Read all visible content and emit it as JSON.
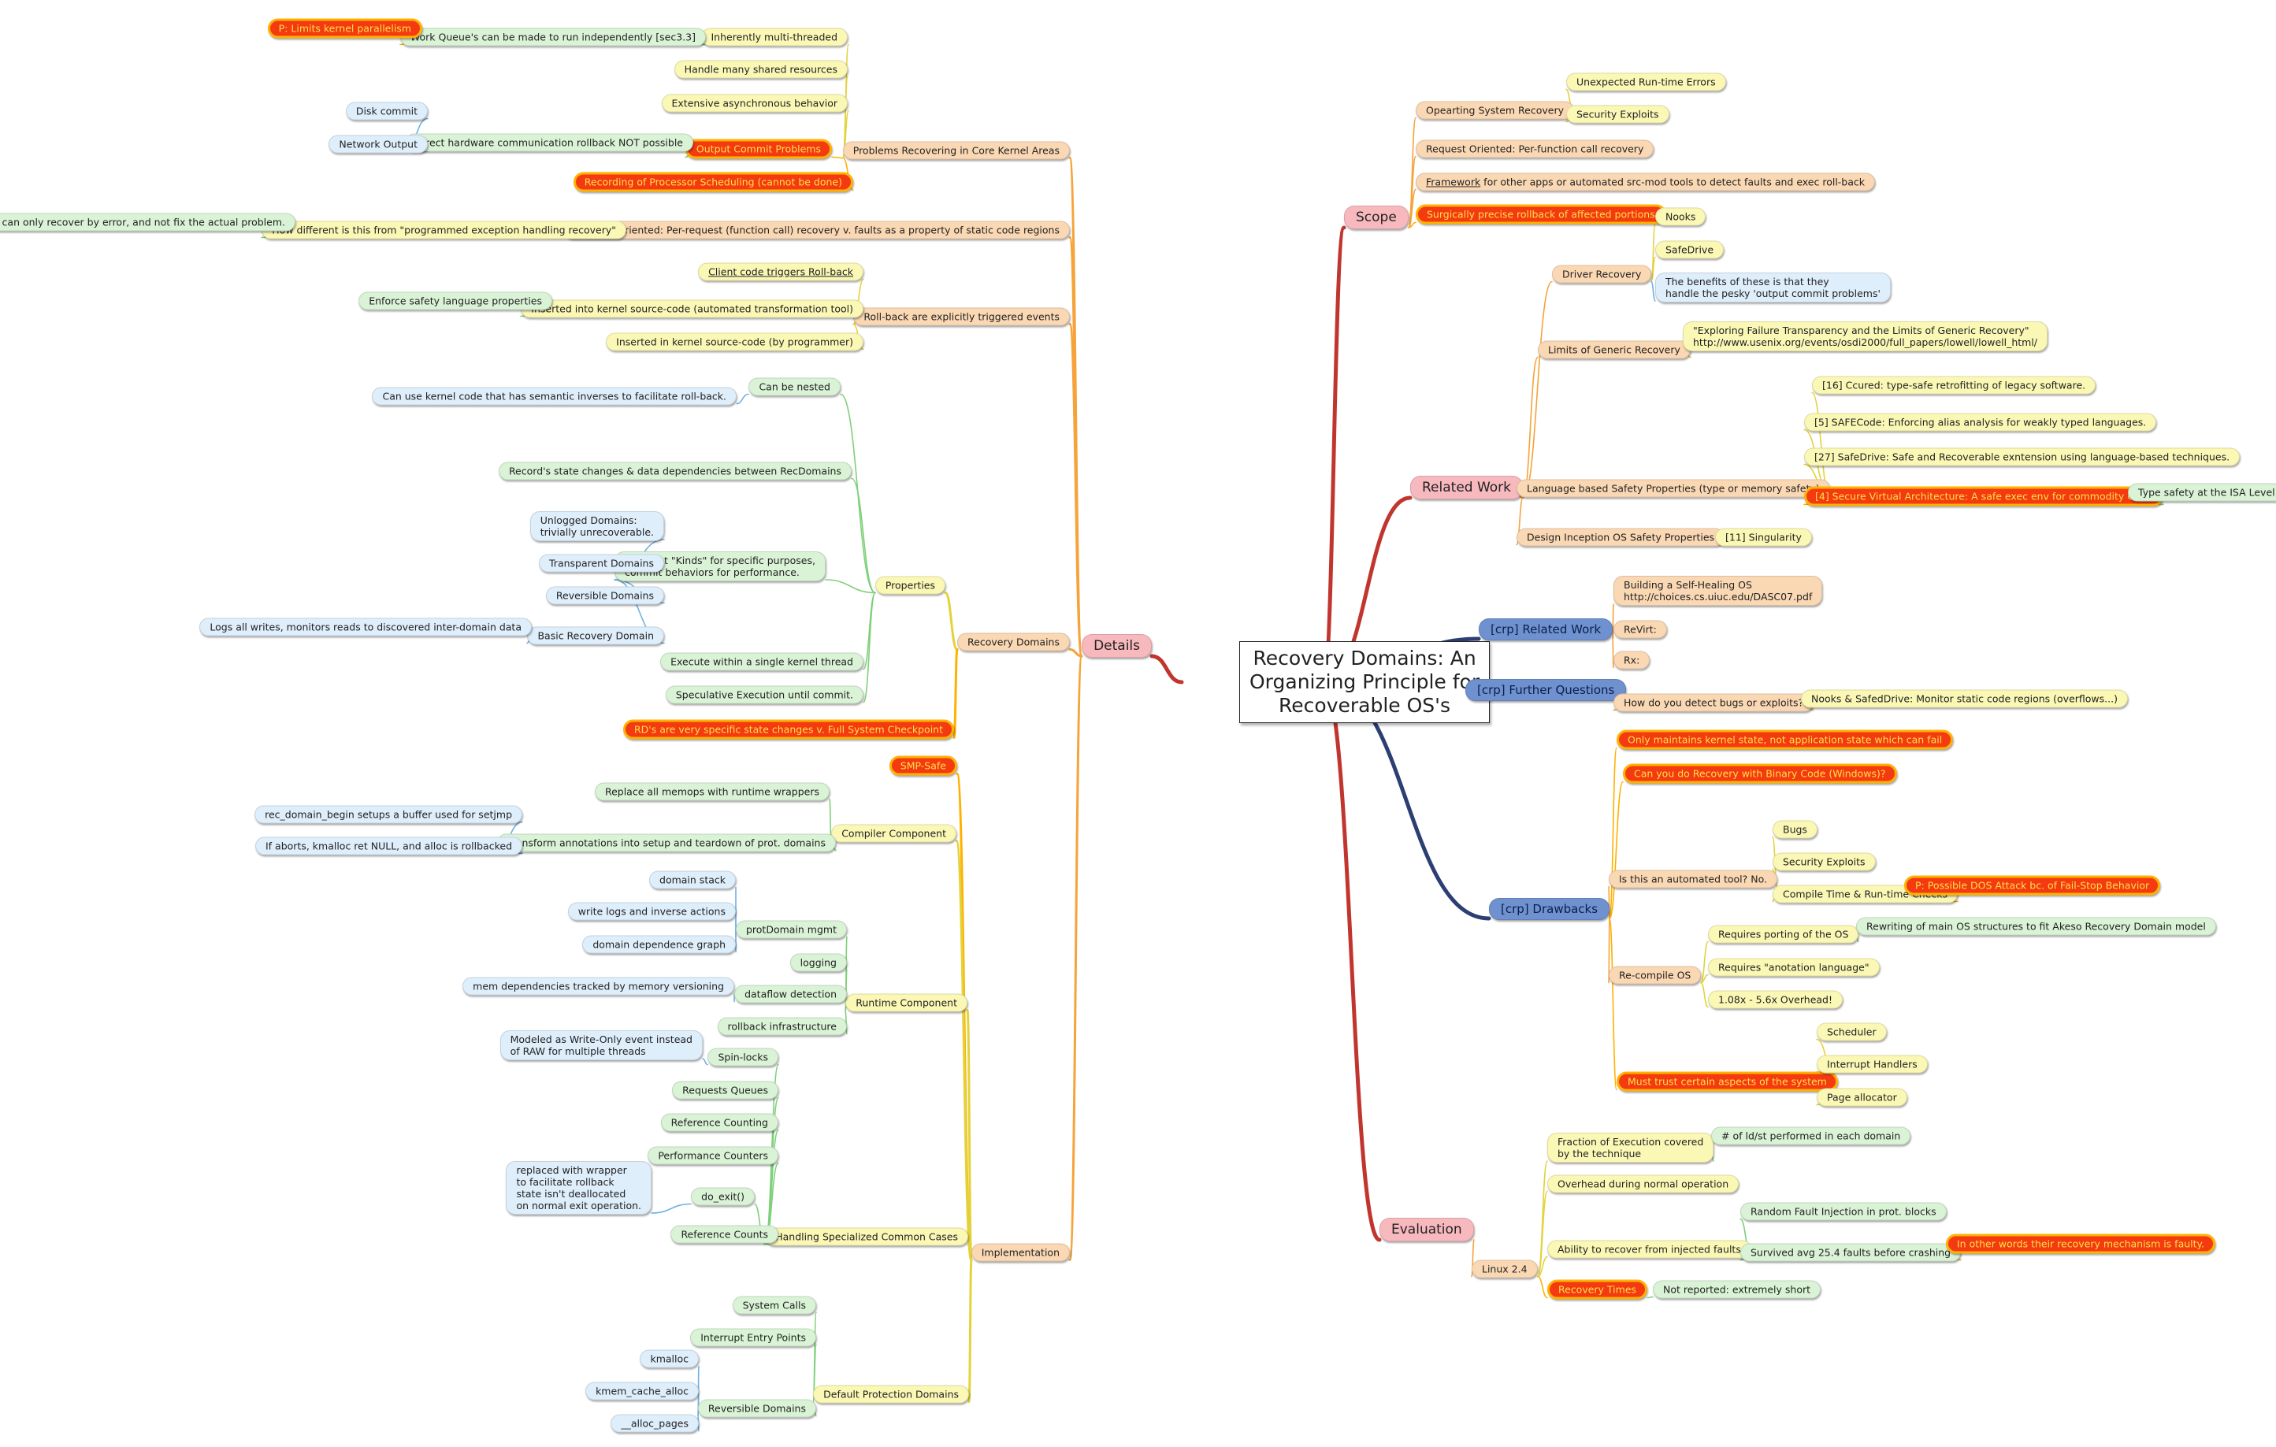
{
  "root": {
    "label": "Recovery Domains: An\nOrganizing Principle for\nRecoverable OS's"
  },
  "nodes": [
    {
      "id": "details",
      "label": "Details"
    },
    {
      "id": "impl",
      "label": "Implementation"
    },
    {
      "id": "rd",
      "label": "Recovery Domains"
    },
    {
      "id": "rb",
      "label": "Roll-back are explicitly triggered events"
    },
    {
      "id": "ro",
      "label": "Request Oriented: Per-request (function call) recovery v. faults as a property of static code regions"
    },
    {
      "id": "prc",
      "label": "Problems Recovering in Core Kernel Areas"
    },
    {
      "id": "prc_mt",
      "label": "Inherently multi-threaded"
    },
    {
      "id": "prc_wq",
      "label": "Work Queue's can be made to run independently [sec3.3]"
    },
    {
      "id": "prc_lim",
      "label": "P: Limits kernel parallelism"
    },
    {
      "id": "prc_sh",
      "label": "Handle many shared resources"
    },
    {
      "id": "prc_ea",
      "label": "Extensive asynchronous behavior"
    },
    {
      "id": "prc_oc",
      "label": "Output Commit Problems"
    },
    {
      "id": "prc_dh",
      "label": "Direct hardware communication rollback NOT possible"
    },
    {
      "id": "prc_dc",
      "label": "Disk commit"
    },
    {
      "id": "prc_no",
      "label": "Network Output"
    },
    {
      "id": "prc_rs",
      "label": "Recording of Processor Scheduling (cannot be done)"
    },
    {
      "id": "ro_q",
      "label": "How different is this from \"programmed exception handling recovery\""
    },
    {
      "id": "ro_a",
      "label": "You can only recover by error, and not fix the actual problem."
    },
    {
      "id": "rb_cc",
      "label": "Client code triggers Roll-back"
    },
    {
      "id": "rb_ik",
      "label": "Inserted into kernel source-code (automated transformation tool)"
    },
    {
      "id": "rb_es",
      "label": "Enforce safety language properties"
    },
    {
      "id": "rb_ip",
      "label": "Inserted in kernel source-code (by programmer)"
    },
    {
      "id": "props",
      "label": "Properties"
    },
    {
      "id": "p_nest",
      "label": "Can be nested"
    },
    {
      "id": "p_inv",
      "label": "Can use kernel code that has semantic inverses to facilitate roll-back."
    },
    {
      "id": "p_rec",
      "label": "Record's state changes & data dependencies between RecDomains"
    },
    {
      "id": "p_kinds",
      "label": "Different \"Kinds\" for specific purposes,\ncommit behaviors for performance."
    },
    {
      "id": "p_unl",
      "label": "Unlogged Domains:\ntrivially unrecoverable."
    },
    {
      "id": "p_trans",
      "label": "Transparent Domains"
    },
    {
      "id": "p_rev",
      "label": "Reversible Domains"
    },
    {
      "id": "p_basic",
      "label": "Basic Recovery Domain"
    },
    {
      "id": "p_logs",
      "label": "Logs all writes, monitors reads to discovered inter-domain data"
    },
    {
      "id": "p_exec",
      "label": "Execute within a single kernel thread"
    },
    {
      "id": "p_spec",
      "label": "Speculative Execution until commit."
    },
    {
      "id": "rd_ckpt",
      "label": "RD's are very specific state changes v. Full System Checkpoint"
    },
    {
      "id": "smp",
      "label": "SMP-Safe"
    },
    {
      "id": "comp",
      "label": "Compiler Component"
    },
    {
      "id": "c_mem",
      "label": "Replace all memops with runtime wrappers"
    },
    {
      "id": "c_tr",
      "label": "Transform annotations into setup and teardown of prot. domains"
    },
    {
      "id": "c_rdb",
      "label": "rec_domain_begin setups a buffer used for setjmp"
    },
    {
      "id": "c_abort",
      "label": "If aborts, kmalloc ret NULL, and alloc is rollbacked"
    },
    {
      "id": "rt",
      "label": "Runtime Component"
    },
    {
      "id": "rt_pm",
      "label": "protDomain mgmt"
    },
    {
      "id": "rt_ds",
      "label": "domain stack"
    },
    {
      "id": "rt_wl",
      "label": "write logs and inverse actions"
    },
    {
      "id": "rt_dg",
      "label": "domain dependence graph"
    },
    {
      "id": "rt_log",
      "label": "logging"
    },
    {
      "id": "rt_df",
      "label": "dataflow detection"
    },
    {
      "id": "rt_mem",
      "label": "mem dependencies tracked by memory versioning"
    },
    {
      "id": "rt_rb",
      "label": "rollback infrastructure"
    },
    {
      "id": "hs",
      "label": "Handling Specialized Common Cases"
    },
    {
      "id": "hs_sl",
      "label": "Spin-locks"
    },
    {
      "id": "hs_sl_n",
      "label": "Modeled as Write-Only event instead\nof RAW for multiple threads"
    },
    {
      "id": "hs_rq",
      "label": "Requests Queues"
    },
    {
      "id": "hs_rc",
      "label": "Reference Counting"
    },
    {
      "id": "hs_pc",
      "label": "Performance Counters"
    },
    {
      "id": "hs_de",
      "label": "do_exit()"
    },
    {
      "id": "hs_de_n",
      "label": "replaced with wrapper\nto facilitate rollback\nstate isn't deallocated\non normal exit operation."
    },
    {
      "id": "hs_rcs",
      "label": "Reference Counts"
    },
    {
      "id": "dp",
      "label": "Default Protection Domains"
    },
    {
      "id": "dp_sc",
      "label": "System Calls"
    },
    {
      "id": "dp_ie",
      "label": "Interrupt Entry Points"
    },
    {
      "id": "dp_rd",
      "label": "Reversible Domains"
    },
    {
      "id": "dp_km",
      "label": "kmalloc"
    },
    {
      "id": "dp_kc",
      "label": "kmem_cache_alloc"
    },
    {
      "id": "dp_ap",
      "label": "__alloc_pages"
    },
    {
      "id": "scope",
      "label": "Scope"
    },
    {
      "id": "s_osr",
      "label": "Opearting System Recovery"
    },
    {
      "id": "s_ure",
      "label": "Unexpected Run-time Errors"
    },
    {
      "id": "s_se",
      "label": "Security Exploits"
    },
    {
      "id": "s_ro",
      "label": "Request Oriented: Per-function call recovery"
    },
    {
      "id": "s_fw",
      "label": "Framework for other apps or automated src-mod tools to detect faults and exec roll-back"
    },
    {
      "id": "s_sp",
      "label": "Surgically precise rollback of affected portions"
    },
    {
      "id": "rw",
      "label": "Related Work"
    },
    {
      "id": "rw_dr",
      "label": "Driver Recovery"
    },
    {
      "id": "rw_nooks",
      "label": "Nooks"
    },
    {
      "id": "rw_safe",
      "label": "SafeDrive"
    },
    {
      "id": "rw_ben",
      "label": "The benefits of these is that they\nhandle the pesky 'output commit problems'"
    },
    {
      "id": "rw_lgr",
      "label": "Limits of Generic Recovery"
    },
    {
      "id": "rw_eft",
      "label": "\"Exploring Failure Transparency and the Limits of Generic Recovery\"\nhttp://www.usenix.org/events/osdi2000/full_papers/lowell/lowell_html/"
    },
    {
      "id": "rw_lb",
      "label": "Language based Safety Properties (type or memory safety)"
    },
    {
      "id": "rw_16",
      "label": "[16] Ccured: type-safe retrofitting of legacy software."
    },
    {
      "id": "rw_5",
      "label": "[5] SAFECode: Enforcing alias analysis for weakly typed languages."
    },
    {
      "id": "rw_27",
      "label": "[27] SafeDrive: Safe and Recoverable exntension using language-based techniques."
    },
    {
      "id": "rw_4",
      "label": "[4] Secure Virtual Architecture: A safe exec env for commodity OS's."
    },
    {
      "id": "rw_isa",
      "label": "Type safety at the ISA Level"
    },
    {
      "id": "rw_di",
      "label": "Design Inception OS Safety Properties"
    },
    {
      "id": "rw_sing",
      "label": "[11] Singularity"
    },
    {
      "id": "crp_rw",
      "label": "[crp] Related Work"
    },
    {
      "id": "crp_bsh",
      "label": "Building a Self-Healing OS\nhttp://choices.cs.uiuc.edu/DASC07.pdf"
    },
    {
      "id": "crp_rev",
      "label": "ReVirt:"
    },
    {
      "id": "crp_rx",
      "label": "Rx:"
    },
    {
      "id": "crp_fq",
      "label": "[crp] Further Questions"
    },
    {
      "id": "fq_how",
      "label": "How do you detect bugs or exploits?"
    },
    {
      "id": "fq_nooks",
      "label": "Nooks & SafedDrive: Monitor static code regions (overflows...)"
    },
    {
      "id": "crp_dr",
      "label": "[crp] Drawbacks"
    },
    {
      "id": "dr_only",
      "label": "Only maintains kernel state, not application state which can fail"
    },
    {
      "id": "dr_bin",
      "label": "Can you do Recovery with Binary Code (Windows)?"
    },
    {
      "id": "dr_auto",
      "label": "Is this an automated tool? No."
    },
    {
      "id": "dr_bugs",
      "label": "Bugs"
    },
    {
      "id": "dr_se",
      "label": "Security Exploits"
    },
    {
      "id": "dr_ct",
      "label": "Compile Time & Run-time Checks"
    },
    {
      "id": "dr_dos",
      "label": "P: Possible DOS Attack bc. of Fail-Stop Behavior"
    },
    {
      "id": "dr_rc",
      "label": "Re-compile OS"
    },
    {
      "id": "dr_port",
      "label": "Requires porting of the OS"
    },
    {
      "id": "dr_rew",
      "label": "Rewriting of main OS structures to fit Akeso Recovery Domain model"
    },
    {
      "id": "dr_ann",
      "label": "Requires \"anotation language\""
    },
    {
      "id": "dr_ovh",
      "label": "1.08x - 5.6x Overhead!"
    },
    {
      "id": "dr_trust",
      "label": "Must trust certain aspects of the system"
    },
    {
      "id": "dr_sched",
      "label": "Scheduler"
    },
    {
      "id": "dr_ih",
      "label": "Interrupt Handlers"
    },
    {
      "id": "dr_pa",
      "label": "Page allocator"
    },
    {
      "id": "eval",
      "label": "Evaluation"
    },
    {
      "id": "ev_linux",
      "label": "Linux 2.4"
    },
    {
      "id": "ev_frac",
      "label": "Fraction of Execution covered\nby the technique"
    },
    {
      "id": "ev_ld",
      "label": "# of ld/st performed in each domain"
    },
    {
      "id": "ev_ovh",
      "label": "Overhead during normal operation"
    },
    {
      "id": "ev_abil",
      "label": "Ability to recover from injected faults"
    },
    {
      "id": "ev_rfi",
      "label": "Random Fault Injection in prot. blocks"
    },
    {
      "id": "ev_surv",
      "label": "Survived avg 25.4 faults before crashing"
    },
    {
      "id": "ev_faulty",
      "label": "In other words their recovery mechanism is faulty."
    },
    {
      "id": "ev_rt",
      "label": "Recovery Times"
    },
    {
      "id": "ev_nr",
      "label": "Not reported: extremely short"
    }
  ],
  "colors": {
    "yellow": "#fbf8b6",
    "green": "#daf3d6",
    "blue": "#dfeefb",
    "orange": "#fbd8b4",
    "pink": "#f7b9bd",
    "crp": "#6f91cf",
    "red": "#f43a10",
    "red_text": "#ffe04a",
    "red_border": "#ffb100"
  }
}
